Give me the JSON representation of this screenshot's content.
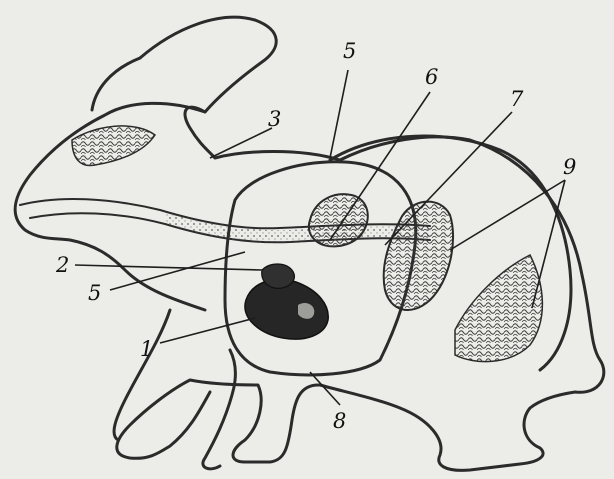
{
  "diagram": {
    "labels": {
      "l1": "1",
      "l2": "2",
      "l3": "3",
      "l5_top": "5",
      "l5_left": "5",
      "l6": "6",
      "l7": "7",
      "l8": "8",
      "l9": "9"
    },
    "colors": {
      "background": "#ecece8",
      "line": "#2b2b2b",
      "hatch": "#3a3a3a",
      "dark_organ": "#262626"
    }
  }
}
